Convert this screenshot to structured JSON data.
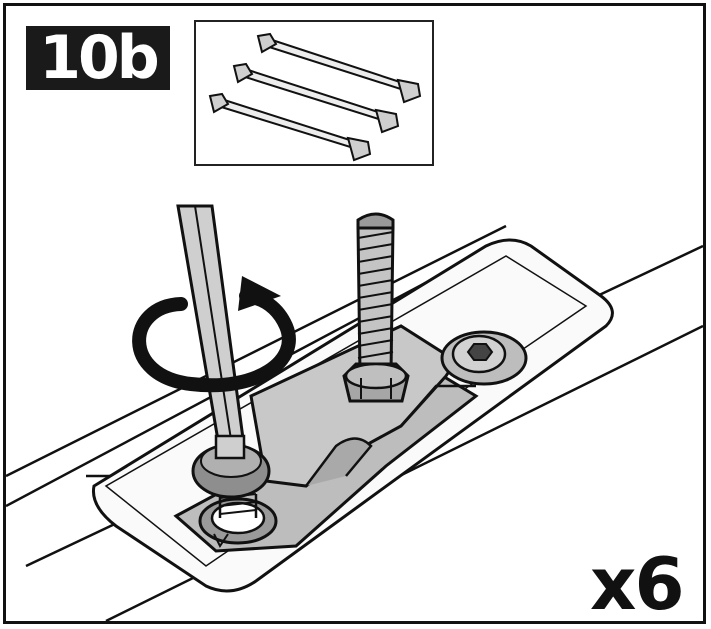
{
  "step": {
    "label": "10b"
  },
  "quantity": {
    "label": "x6"
  },
  "icons": [
    "roof-bars-thumbnail",
    "rotate-clockwise-icon",
    "hex-key-tool",
    "threaded-bolt",
    "mounting-bracket",
    "hex-nut",
    "socket-cap-screw"
  ],
  "colors": {
    "ink": "#111111",
    "metal": "#bdbdbd",
    "metal_dark": "#8a8a8a",
    "badge": "#1a1a1a"
  }
}
